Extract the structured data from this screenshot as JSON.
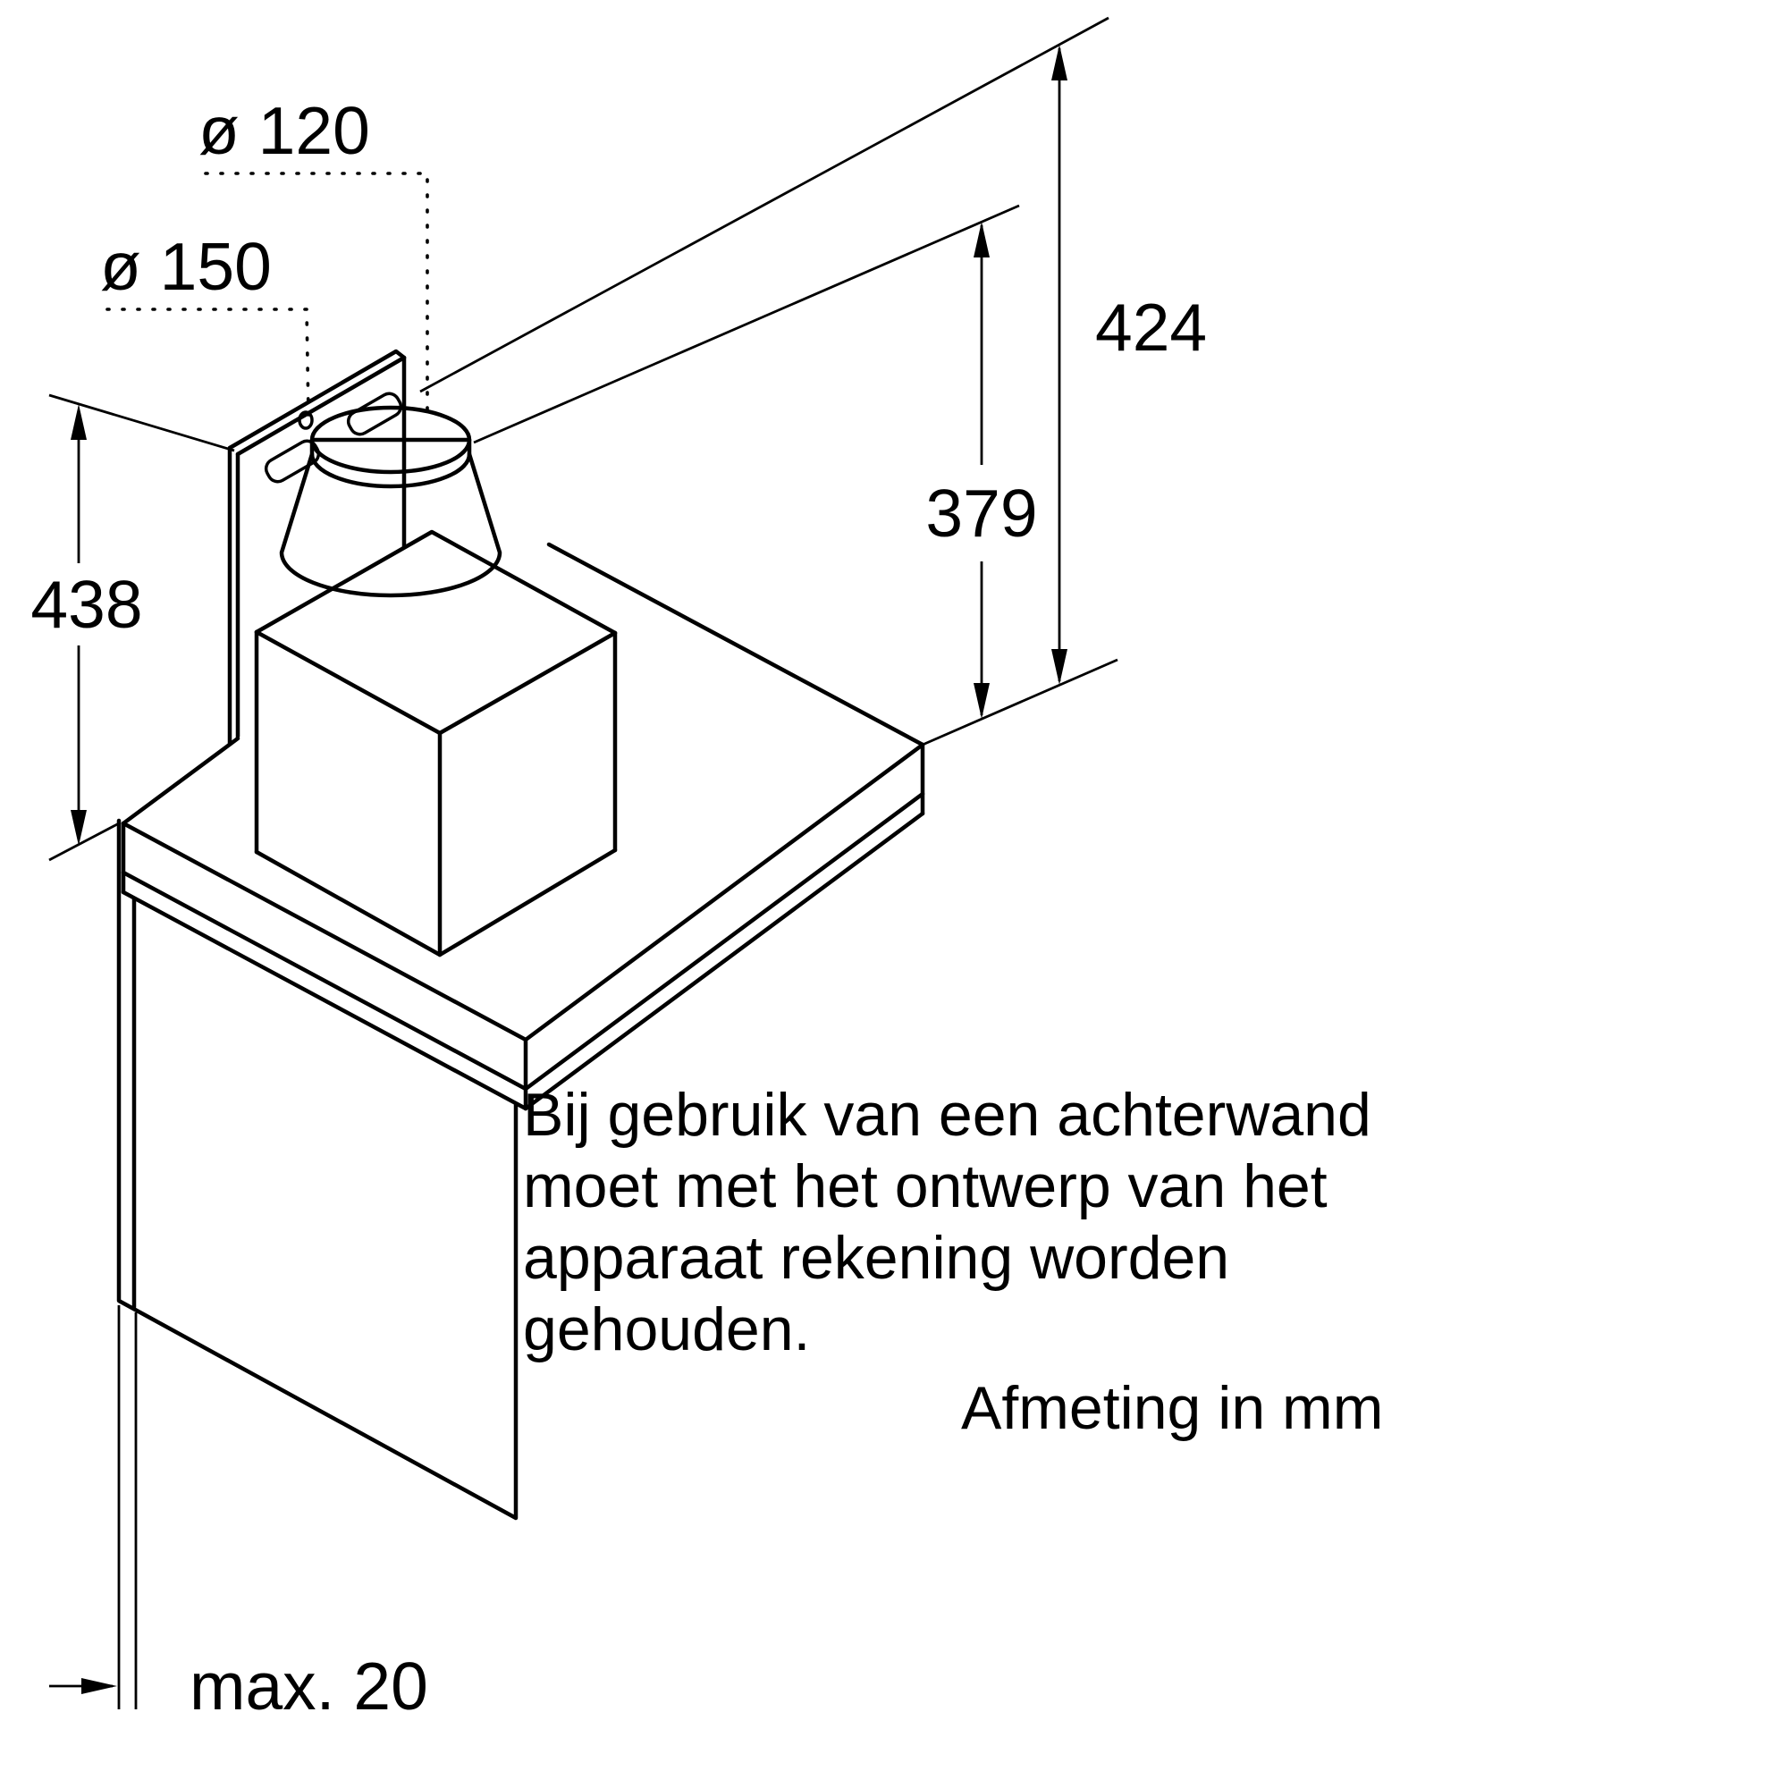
{
  "diagram": {
    "labels": {
      "diameter_small": "ø 120",
      "diameter_large": "ø 150",
      "height_back_panel": "438",
      "height_total": "424",
      "height_duct": "379",
      "wall_max_thickness": "max. 20"
    },
    "note": {
      "lines": [
        "Bij gebruik van een achterwand",
        "moet met het ontwerp van het",
        "apparaat rekening worden",
        "gehouden."
      ]
    },
    "units_label": "Afmeting in mm",
    "colors": {
      "line": "#000000",
      "background": "#ffffff"
    }
  }
}
